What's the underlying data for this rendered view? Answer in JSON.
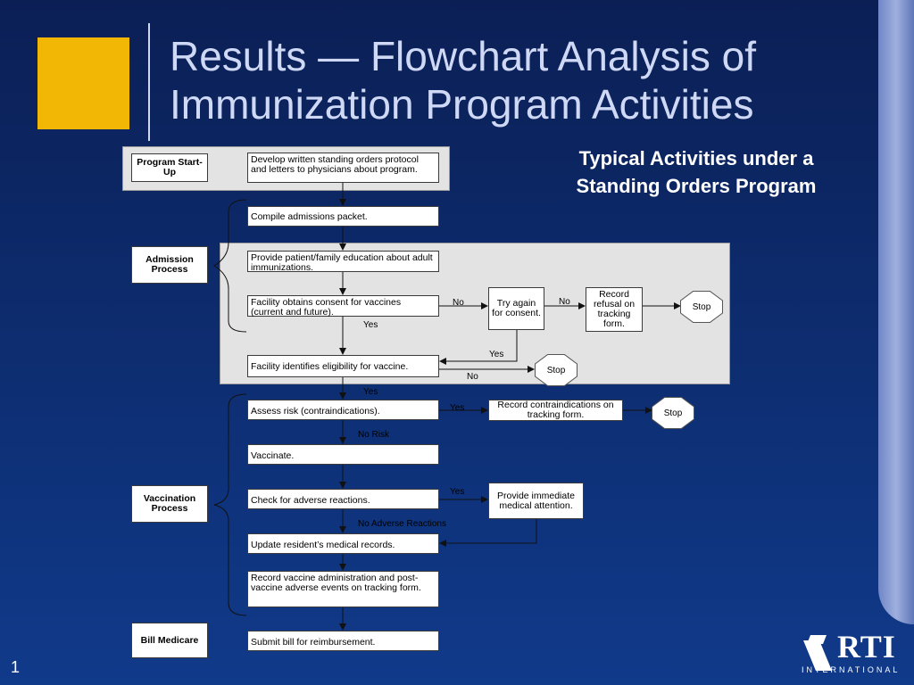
{
  "slide": {
    "title_line1": "Results — Flowchart Analysis of",
    "title_line2": "Immunization Program Activities",
    "subtitle_line1": "Typical Activities under a",
    "subtitle_line2": "Standing Orders Program",
    "slide_number": "1",
    "logo_word": "RTI",
    "logo_sub": "INTERNATIONAL",
    "accent_color": "#f2b705"
  },
  "phases": {
    "program_startup": "Program Start-Up",
    "admission": "Admission Process",
    "vaccination": "Vaccination Process",
    "bill": "Bill Medicare"
  },
  "steps": {
    "develop": "Develop written standing orders protocol and letters to physicians about program.",
    "compile": "Compile admissions packet.",
    "educate": "Provide patient/family education about adult immunizations.",
    "consent": "Facility obtains consent for vaccines (current and future).",
    "try_again": "Try again for consent.",
    "record_refusal": "Record refusal on tracking form.",
    "eligibility": "Facility identifies eligibility for vaccine.",
    "assess": "Assess risk (contraindications).",
    "record_contra": "Record contraindications on tracking form.",
    "vaccinate": "Vaccinate.",
    "check": "Check for adverse reactions.",
    "medical": "Provide immediate medical attention.",
    "update": "Update resident’s medical records.",
    "record_admin": "Record vaccine administration and post-vaccine adverse events on tracking form.",
    "submit": "Submit bill for reimbursement."
  },
  "stops": {
    "label": "Stop"
  },
  "edge_labels": {
    "no1": "No",
    "no2": "No",
    "yes_consent": "Yes",
    "yes_try": "Yes",
    "no_elig": "No",
    "yes_elig": "Yes",
    "yes_risk": "Yes",
    "no_risk": "No Risk",
    "yes_adverse": "Yes",
    "no_adverse": "No Adverse Reactions"
  }
}
